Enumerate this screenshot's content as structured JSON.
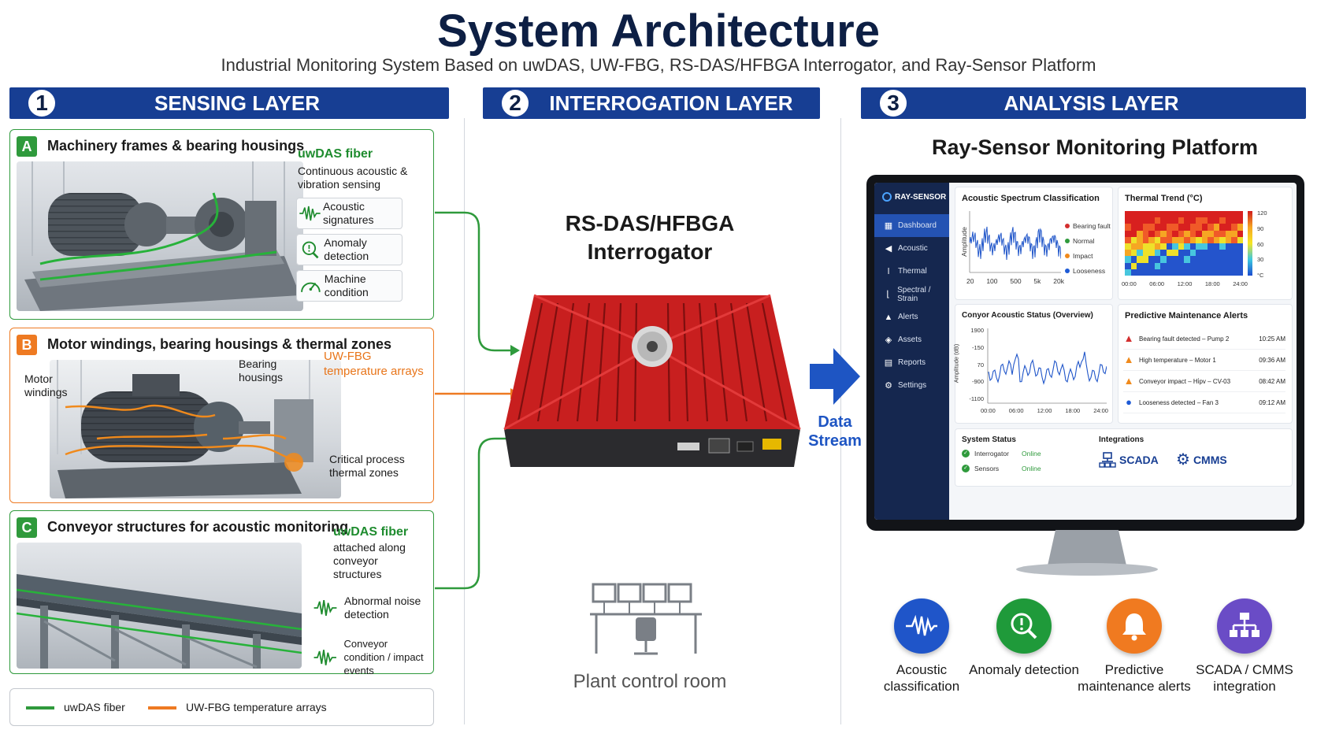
{
  "header": {
    "title": "System Architecture",
    "subtitle": "Industrial Monitoring System Based on uwDAS, UW-FBG, RS-DAS/HFBGA Interrogator, and Ray-Sensor Platform"
  },
  "layers": [
    {
      "num": "1",
      "label": "SENSING LAYER"
    },
    {
      "num": "2",
      "label": "INTERROGATION LAYER"
    },
    {
      "num": "3",
      "label": "ANALYSIS LAYER"
    }
  ],
  "sensing": {
    "a": {
      "badge": "A",
      "title": "Machinery frames & bearing housings",
      "fiber": "uwDAS fiber",
      "desc": "Continuous acoustic & vibration sensing",
      "features": [
        "Acoustic signatures",
        "Anomaly detection",
        "Machine condition"
      ]
    },
    "b": {
      "badge": "B",
      "title": "Motor windings, bearing housings & thermal zones",
      "fbg": "UW-FBG temperature arrays",
      "label_motor": "Motor windings",
      "label_bearing": "Bearing housings",
      "label_critical": "Critical process thermal zones"
    },
    "c": {
      "badge": "C",
      "title": "Conveyor structures for acoustic monitoring",
      "fiber": "uwDAS fiber",
      "desc": "attached along conveyor structures",
      "features": [
        "Abnormal noise detection",
        "Conveyor condition / impact events"
      ]
    },
    "legend": {
      "green": "uwDAS fiber",
      "orange": "UW-FBG temperature arrays"
    }
  },
  "interrogation": {
    "device_name": "RS-DAS/HFBGA Interrogator",
    "control_room": "Plant control room",
    "data_stream": "Data Stream"
  },
  "analysis": {
    "platform_title": "Ray-Sensor Monitoring Platform",
    "brand": "RAY-SENSOR",
    "nav": [
      "Dashboard",
      "Acoustic",
      "Thermal",
      "Spectral / Strain",
      "Alerts",
      "Assets",
      "Reports",
      "Settings"
    ],
    "spectrum": {
      "title": "Acoustic Spectrum Classification",
      "ylabel": "Amplitude",
      "xticks": [
        "20",
        "100",
        "500",
        "5k",
        "20k"
      ],
      "legend": [
        "Bearing fault",
        "Normal",
        "Impact",
        "Looseness"
      ]
    },
    "thermal": {
      "title": "Thermal Trend (°C)",
      "xticks": [
        "00:00",
        "06:00",
        "12:00",
        "18:00",
        "24:00"
      ],
      "scale": [
        "120",
        "90",
        "60",
        "30",
        "°C"
      ]
    },
    "conveyor": {
      "title": "Conyor Acoustic Status (Overview)",
      "ylabel": "Amplitude (dB)",
      "yticks": [
        "1900",
        "-150",
        "70",
        "-900",
        "-1100"
      ],
      "xticks": [
        "00:00",
        "06:00",
        "12:00",
        "18:00",
        "24:00"
      ]
    },
    "alerts": {
      "title": "Predictive Maintenance Alerts",
      "items": [
        {
          "text": "Bearing fault detected – Pump 2",
          "time": "10:25 AM",
          "color": "#d32f2f"
        },
        {
          "text": "High temperature – Motor 1",
          "time": "09:36 AM",
          "color": "#f08a1c"
        },
        {
          "text": "Conveyor impact – Hi̇pv – CV-03",
          "time": "08:42 AM",
          "color": "#f08a1c"
        },
        {
          "text": "Looseness detected – Fan 3",
          "time": "09:12 AM",
          "color": "#1e5bd6"
        }
      ]
    },
    "status": {
      "title": "System Status",
      "rows": [
        {
          "name": "Interrogator",
          "state": "Online"
        },
        {
          "name": "Sensors",
          "state": "Online"
        }
      ]
    },
    "integrations": {
      "title": "Integrations",
      "scada": "SCADA",
      "cmms": "CMMS"
    },
    "bottom": [
      {
        "label": "Acoustic classification",
        "color": "#1f55c9"
      },
      {
        "label": "Anomaly detection",
        "color": "#1f9a3a"
      },
      {
        "label": "Predictive maintenance alerts",
        "color": "#f07a20"
      },
      {
        "label": "SCADA / CMMS integration",
        "color": "#6a4cc6"
      }
    ]
  },
  "colors": {
    "navy": "#173e93",
    "green": "#1f8c2f",
    "orange": "#e8751a",
    "device_red": "#c81f1f"
  }
}
